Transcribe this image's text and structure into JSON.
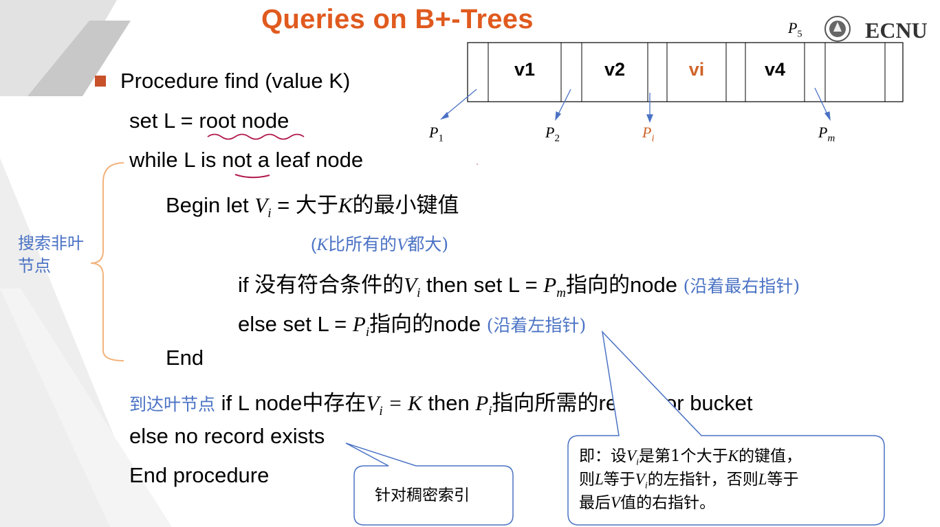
{
  "slide": {
    "title": "Queries on B+-Trees",
    "logo": {
      "text": "ECNU",
      "seal_icon": "university-seal-icon"
    },
    "accent_color": "#E05A1E",
    "note_color": "#4A72C4"
  },
  "node_diagram": {
    "keys": [
      "v1",
      "v2",
      "vi",
      "v4"
    ],
    "highlight_key_color": "#D0642A",
    "pointers": [
      {
        "base": "P",
        "sub": "1"
      },
      {
        "base": "P",
        "sub": "2"
      },
      {
        "base": "P",
        "sub": "i"
      },
      {
        "base": "P",
        "sub": "m"
      }
    ],
    "top_pointer": {
      "base": "P",
      "sub": "5"
    }
  },
  "procedure": {
    "line1": "Procedure find (value K)",
    "line2": "set L = root node",
    "line3_pre": "while L is ",
    "line3_not": "not",
    "line3_post": " a leaf node",
    "line4_pre": "Begin let ",
    "line4_var": "V",
    "line4_sub": "i",
    "line4_eq": " = ",
    "line4_cn1": "大于",
    "line4_k": "K",
    "line4_cn2": "的最小键值",
    "line5_open": "(",
    "line5_k": "K",
    "line5_cn1": "比所有的",
    "line5_v": "V",
    "line5_cn2": "都大)",
    "line6_if": "if ",
    "line6_cn1": "没有符合条件的",
    "line6_v": "V",
    "line6_vsub": "i",
    "line6_then": " then set L = ",
    "line6_p": "P",
    "line6_psub": "m",
    "line6_cn2": "指向的",
    "line6_node": "node",
    "line6_note": "(沿着最右指针)",
    "line7_pre": "else set L = ",
    "line7_p": "P",
    "line7_psub": "i",
    "line7_cn": "指向的",
    "line7_node": "node",
    "line7_note": "(沿着左指针)",
    "line8": "End",
    "line9_note": "到达叶节点",
    "line9_a": " if L node",
    "line9_cn1": "中存在",
    "line9_v": "V",
    "line9_vsub": "i",
    "line9_eqk": " = K",
    "line9_then": " then ",
    "line9_p": "P",
    "line9_psub": "i",
    "line9_cn2": "指向所需的",
    "line9_end": "record or bucket",
    "line10": "else no record exists",
    "line11": "End procedure"
  },
  "side_label": "搜索非叶节点",
  "callouts": {
    "dense_index": "针对稠密索引",
    "explain_l1_a": "即：设",
    "explain_l1_v": "V",
    "explain_l1_sub": "i",
    "explain_l1_b": "是第1个大于",
    "explain_l1_k": "K",
    "explain_l1_c": "的键值，",
    "explain_l2_a": "则",
    "explain_l2_l": "L",
    "explain_l2_b": "等于",
    "explain_l2_v": "V",
    "explain_l2_sub": "i",
    "explain_l2_c": "的左指针，否则",
    "explain_l2_l2": "L",
    "explain_l2_d": "等于",
    "explain_l3_a": "最后",
    "explain_l3_v": "V",
    "explain_l3_b": "值的右指针。"
  }
}
